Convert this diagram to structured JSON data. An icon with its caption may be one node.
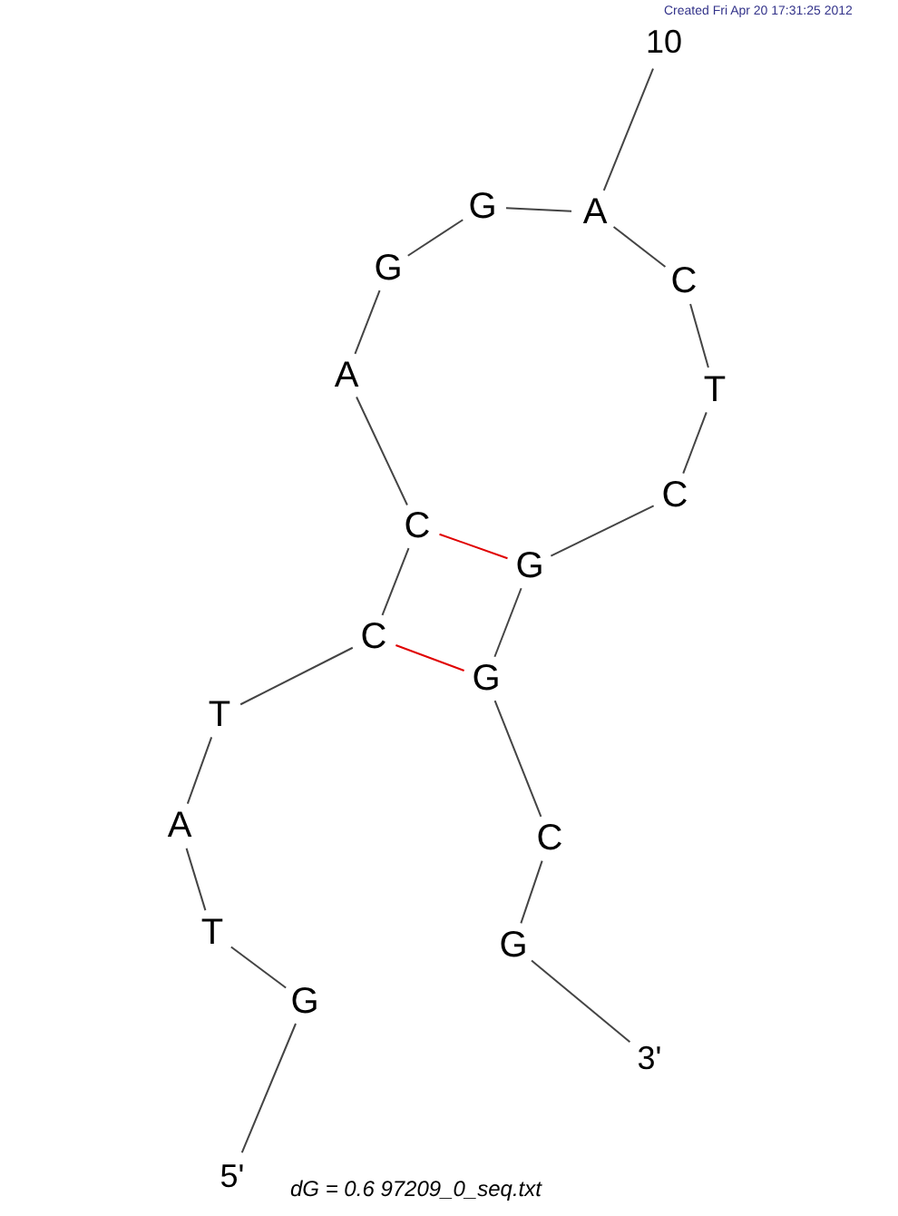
{
  "diagram": {
    "caption": "dG = 0.6 97209_0_seq.txt",
    "nodes": [
      {
        "text": [
          "5'"
        ]
      },
      {
        "text": [
          "G"
        ]
      },
      {
        "text": [
          "T"
        ]
      },
      {
        "text": [
          "A"
        ]
      },
      {
        "text": [
          "T"
        ]
      },
      {
        "text": [
          "C"
        ]
      },
      {
        "text": [
          "C"
        ]
      },
      {
        "text": [
          "A"
        ]
      },
      {
        "text": [
          "G"
        ]
      },
      {
        "text": [
          "G"
        ]
      },
      {
        "text": [
          "A"
        ]
      },
      {
        "text": [
          "C"
        ]
      },
      {
        "text": [
          "T"
        ]
      },
      {
        "text": [
          "C"
        ]
      },
      {
        "text": [
          "G"
        ]
      },
      {
        "text": [
          "G"
        ]
      },
      {
        "text": [
          "C"
        ]
      },
      {
        "text": [
          "G"
        ]
      },
      {
        "text": [
          "10"
        ]
      },
      {
        "text": [
          "3'"
        ]
      }
    ],
    "edges": [
      {
        "from": 0,
        "to": 1,
        "arrow": "none"
      },
      {
        "from": 1,
        "to": 2,
        "arrow": "none"
      },
      {
        "from": 2,
        "to": 3,
        "arrow": "none"
      },
      {
        "from": 3,
        "to": 4,
        "arrow": "none"
      },
      {
        "from": 4,
        "to": 5,
        "arrow": "none"
      },
      {
        "from": 5,
        "to": 6,
        "arrow": "none"
      },
      {
        "from": 6,
        "to": 7,
        "arrow": "none"
      },
      {
        "from": 7,
        "to": 8,
        "arrow": "none"
      },
      {
        "from": 8,
        "to": 9,
        "arrow": "none"
      },
      {
        "from": 9,
        "to": 10,
        "arrow": "none"
      },
      {
        "from": 10,
        "to": 11,
        "arrow": "none"
      },
      {
        "from": 11,
        "to": 12,
        "arrow": "none"
      },
      {
        "from": 12,
        "to": 13,
        "arrow": "none"
      },
      {
        "from": 13,
        "to": 14,
        "arrow": "none"
      },
      {
        "from": 14,
        "to": 15,
        "arrow": "none"
      },
      {
        "from": 15,
        "to": 16,
        "arrow": "none"
      },
      {
        "from": 16,
        "to": 17,
        "arrow": "none"
      },
      {
        "from": 10,
        "to": 18,
        "arrow": "none"
      },
      {
        "from": 17,
        "to": 19,
        "arrow": "none"
      },
      {
        "from": 6,
        "to": 14,
        "arrow": "none",
        "color": "#e00000"
      },
      {
        "from": 5,
        "to": 15,
        "arrow": "none",
        "color": "#e00000"
      }
    ],
    "labels": [
      "Created Fri Apr 20 17:31:25 2012"
    ]
  }
}
